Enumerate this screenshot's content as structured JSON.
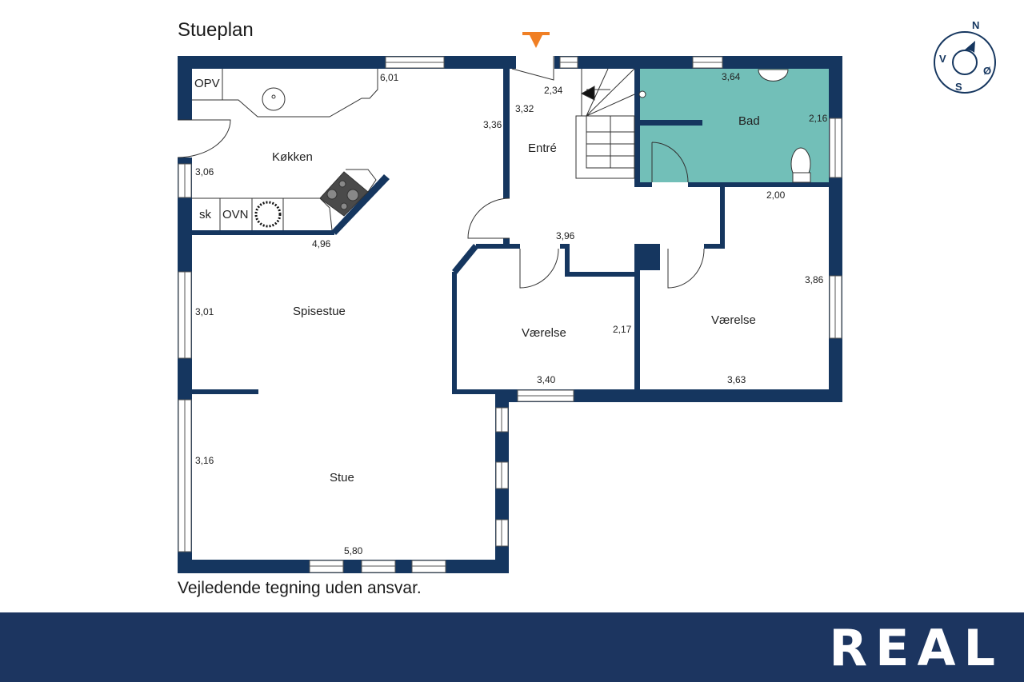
{
  "title": "Stueplan",
  "disclaimer": "Vejledende tegning uden ansvar.",
  "colors": {
    "wall": "#15365f",
    "bathroom": "#72bfb8",
    "entrance_arrow": "#f07f24",
    "banner": "#1c3560"
  },
  "rooms": {
    "kitchen": "Køkken",
    "dining": "Spisestue",
    "living": "Stue",
    "entrance": "Entré",
    "bathroom": "Bad",
    "bedroom1": "Værelse",
    "bedroom2": "Værelse"
  },
  "fixtures": {
    "opv": "OPV",
    "sk": "sk",
    "ovn": "OVN"
  },
  "dimensions": {
    "d601": "6,01",
    "d306": "3,06",
    "d496": "4,96",
    "d336": "3,36",
    "d332": "3,32",
    "d234": "2,34",
    "d364": "3,64",
    "d216": "2,16",
    "d200": "2,00",
    "d396": "3,96",
    "d386": "3,86",
    "d217": "2,17",
    "d340": "3,40",
    "d363": "3,63",
    "d301": "3,01",
    "d316": "3,16",
    "d580": "5,80"
  },
  "compass": {
    "n": "N",
    "s": "S",
    "e": "Ø",
    "w": "V"
  },
  "brand": "REAL"
}
